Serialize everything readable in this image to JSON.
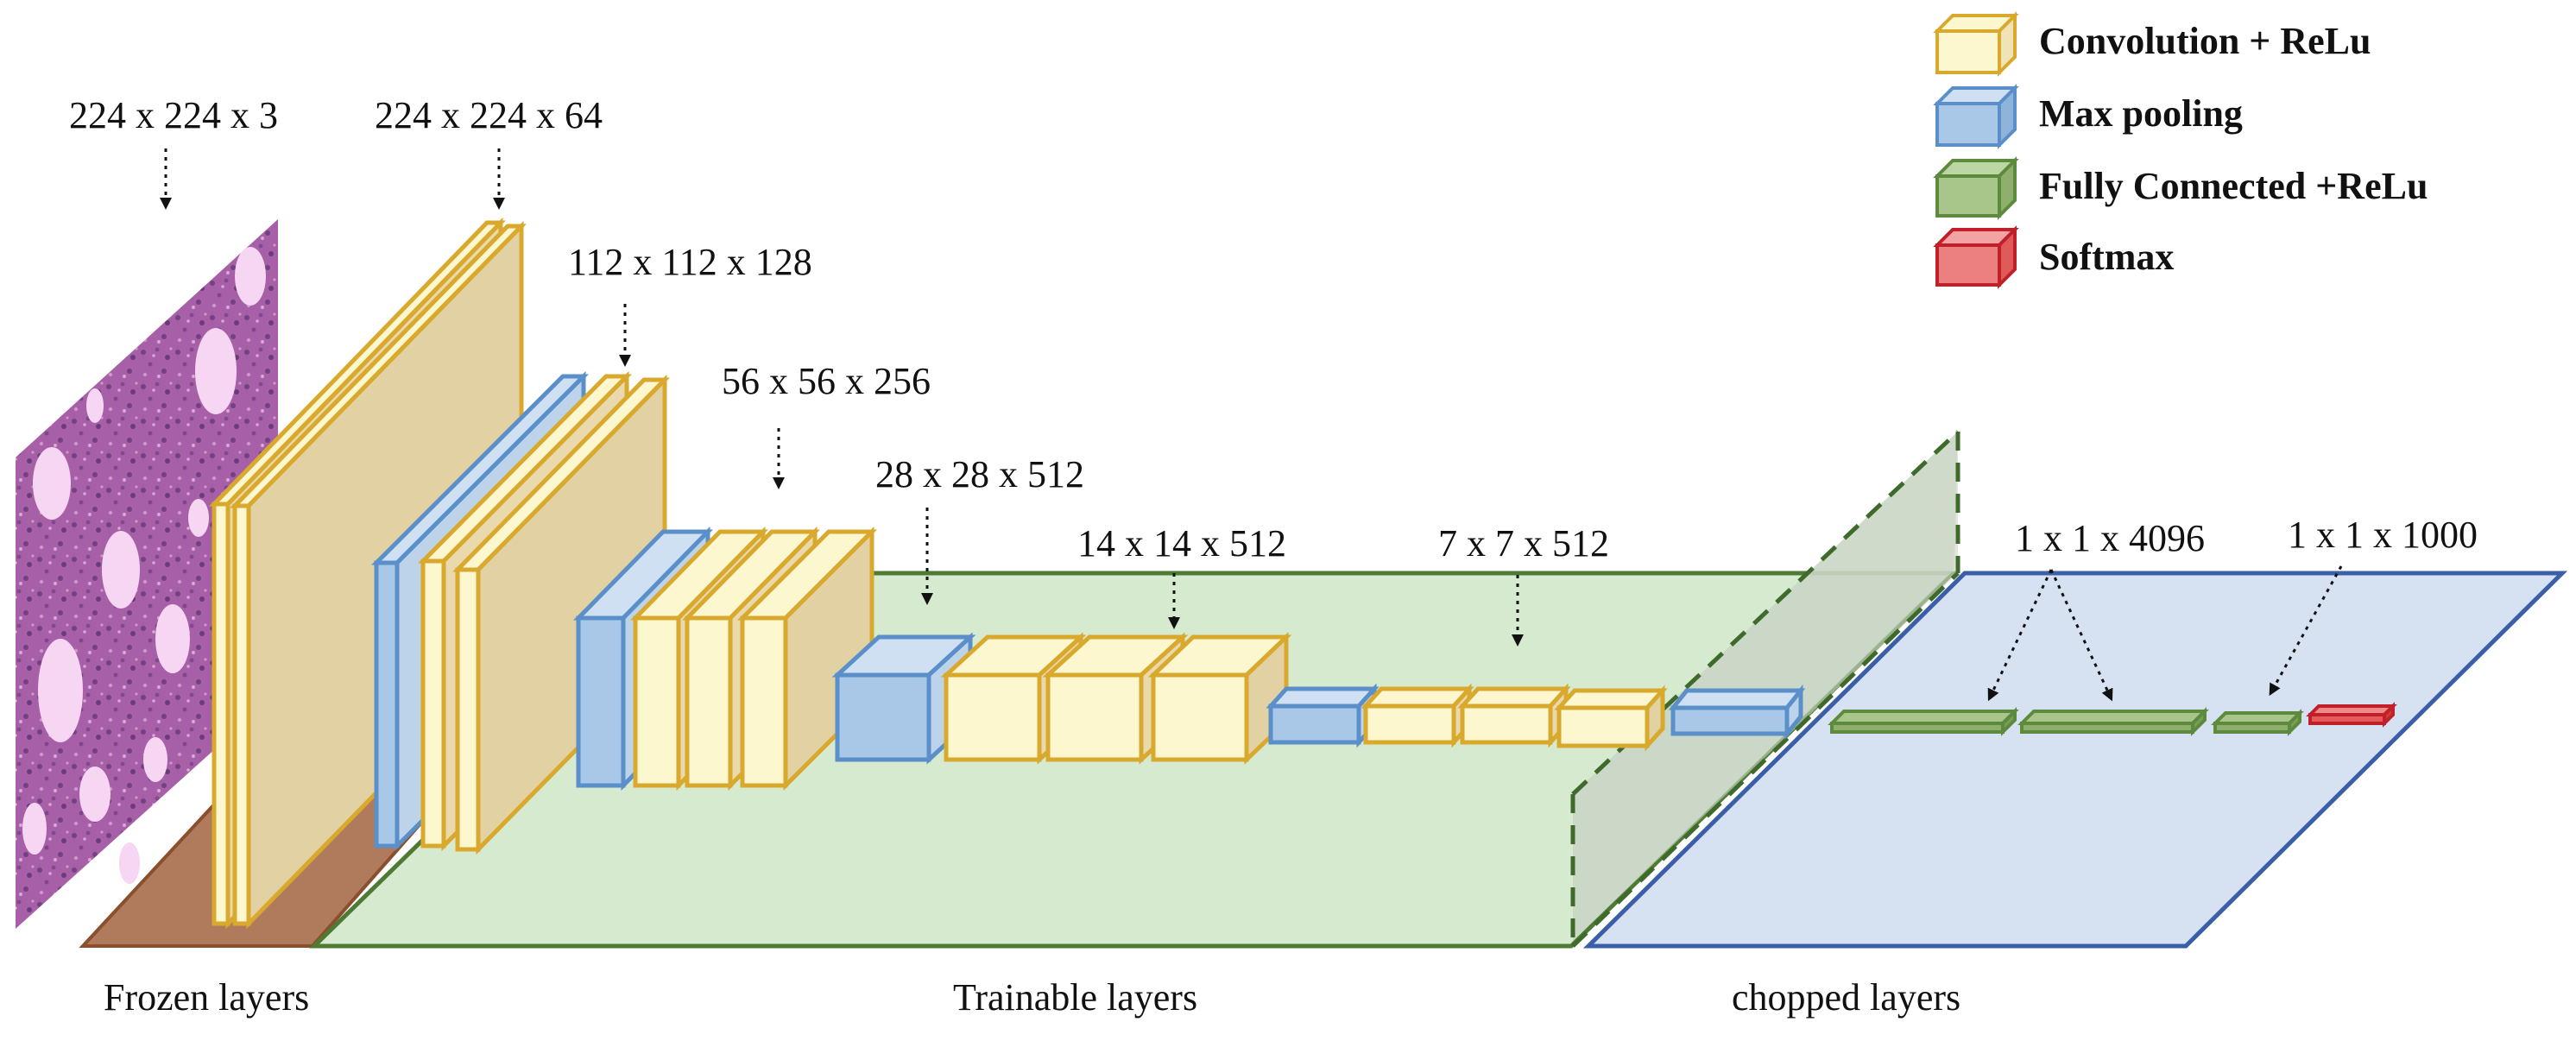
{
  "legend": {
    "conv": "Convolution + ReLu",
    "maxpool": "Max pooling",
    "fc": "Fully Connected +ReLu",
    "softmax": "Softmax"
  },
  "dims": {
    "input": "224 x 224 x 3",
    "block1": "224 x 224 x 64",
    "block2": "112 x 112 x 128",
    "block3": "56 x 56 x 256",
    "block4": "28 x 28 x 512",
    "block5": "14 x 14 x 512",
    "pool5": "7 x 7 x 512",
    "fc": "1 x 1 x 4096",
    "softmax": "1 x 1 x 1000"
  },
  "regions": {
    "frozen": "Frozen layers",
    "trainable": "Trainable layers",
    "chopped": "chopped layers"
  },
  "colors": {
    "conv_fill": "#fdf7cf",
    "conv_stroke": "#d9a92e",
    "pool_fill": "#a9c8e8",
    "pool_stroke": "#5b8fc9",
    "fc_fill": "#8fb06c",
    "fc_stroke": "#5e8a3d",
    "softmax_fill": "#e65a5a",
    "softmax_stroke": "#c0202a",
    "frozen_plane": "#b07a5c",
    "trainable_plane": "#d6ead0",
    "chopped_plane": "#d6e1f2"
  }
}
